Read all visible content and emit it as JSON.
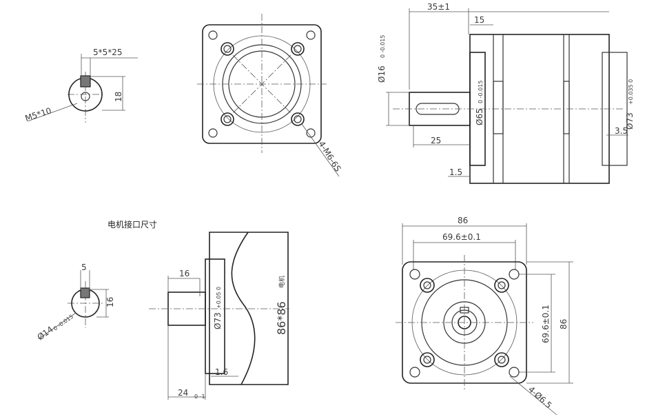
{
  "caption": "电机接口尺寸",
  "top_left_section": {
    "key_label": "5*5*25",
    "thread_label": "M5*10",
    "height_label": "18"
  },
  "top_middle_flange": {
    "holes_label": "4-M6-6S"
  },
  "top_right_side": {
    "overall_length": "35±1",
    "length_15": "15",
    "shaft_diameter": "Ø16",
    "shaft_tol": "0 -0.015",
    "pilot_diameter": "Ø65",
    "pilot_tol": "0 -0.015",
    "shaft_length": "25",
    "flange_thickness": "1.5",
    "rear_diameter": "Ø73",
    "rear_tol": "+0.035 0",
    "rear_step": "3.5"
  },
  "bottom_left_section": {
    "key_label": "5",
    "height_label": "16",
    "diameter_label": "Ø14",
    "diameter_tol": "0 -0.015"
  },
  "bottom_middle_side": {
    "key_length": "16",
    "recess_diameter": "Ø73",
    "recess_tol": "+0.05 0",
    "motor_size": "86*86",
    "motor_suffix": "电机",
    "recess_depth": "1.6",
    "shaft_length": "24",
    "shaft_tol": "0 -1"
  },
  "bottom_right_flange": {
    "width": "86",
    "hole_spacing_h": "69.6±0.1",
    "hole_spacing_v": "69.6±0.1",
    "height": "86",
    "holes_label": "4-Ø6.5"
  }
}
